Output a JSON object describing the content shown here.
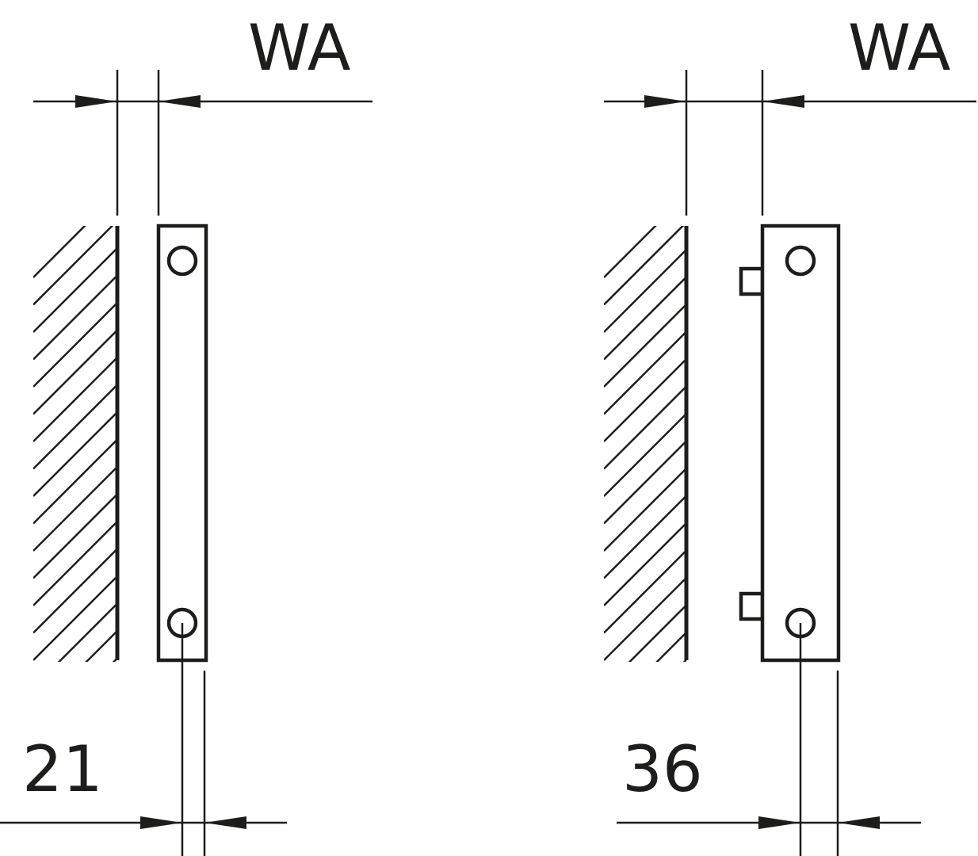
{
  "views": [
    {
      "id": "left",
      "wall_distance_label": "WA",
      "depth_label": "21",
      "has_brackets": false
    },
    {
      "id": "right",
      "wall_distance_label": "WA",
      "depth_label": "36",
      "has_brackets": true
    }
  ]
}
